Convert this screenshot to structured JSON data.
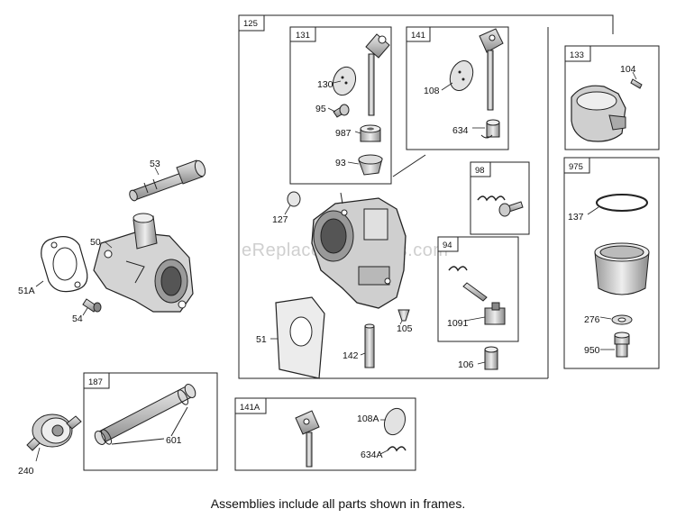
{
  "frames": {
    "f125": "125",
    "f131": "131",
    "f141": "141",
    "f133": "133",
    "f975": "975",
    "f98": "98",
    "f94": "94",
    "f187": "187",
    "f141a": "141A"
  },
  "parts": {
    "p53": "53",
    "p50": "50",
    "p51a": "51A",
    "p54": "54",
    "p240": "240",
    "p601": "601",
    "p130": "130",
    "p95": "95",
    "p987": "987",
    "p93": "93",
    "p108": "108",
    "p634": "634",
    "p104": "104",
    "p127": "127",
    "p137": "137",
    "p276": "276",
    "p950": "950",
    "p1091": "1091",
    "p105": "105",
    "p142": "142",
    "p106": "106",
    "p51": "51",
    "p108a": "108A",
    "p634a": "634A"
  },
  "watermark": "eReplacementParts.com",
  "caption": "Assemblies include all parts shown in frames."
}
